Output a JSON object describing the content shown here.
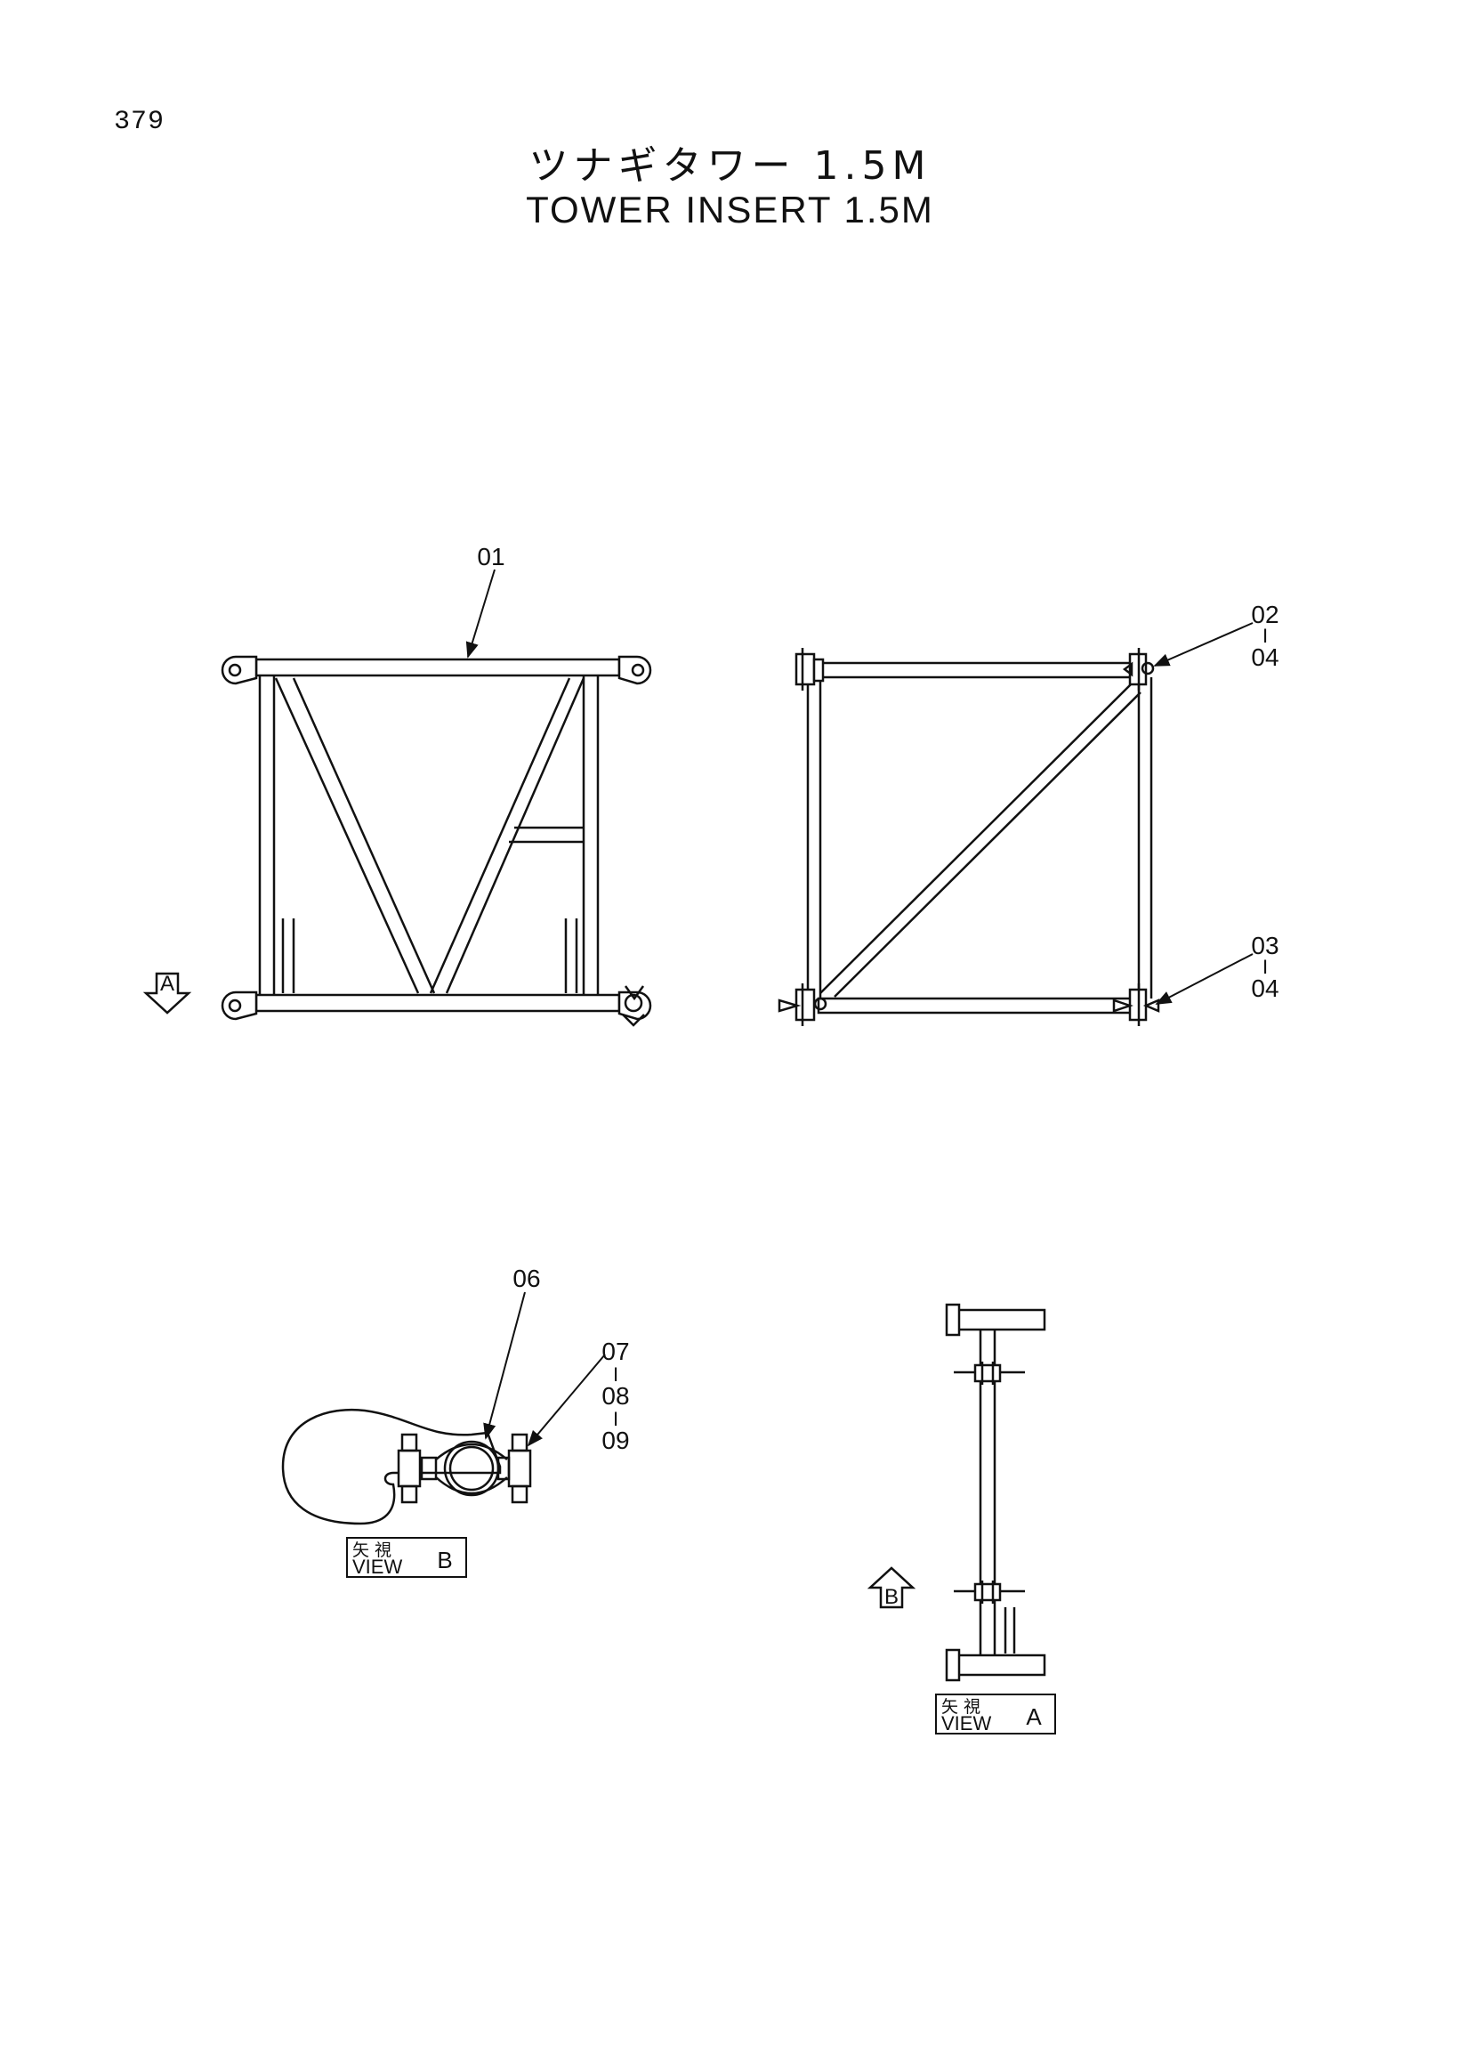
{
  "page_number": "379",
  "title_jp": "ツナギタワー 1.5M",
  "title_en": "TOWER INSERT 1.5M",
  "callouts": {
    "c01": "01",
    "c02": "02",
    "c03": "03",
    "c04a": "04",
    "c04b": "04",
    "c06": "06",
    "c07": "07",
    "c08": "08",
    "c09": "09",
    "range_sep": "I"
  },
  "view_b": {
    "jp": "矢 視",
    "en": "VIEW",
    "letter": "B"
  },
  "view_a": {
    "jp": "矢 視",
    "en": "VIEW",
    "letter": "A"
  },
  "arrow_a": {
    "letter": "A"
  },
  "arrow_b": {
    "letter": "B"
  }
}
